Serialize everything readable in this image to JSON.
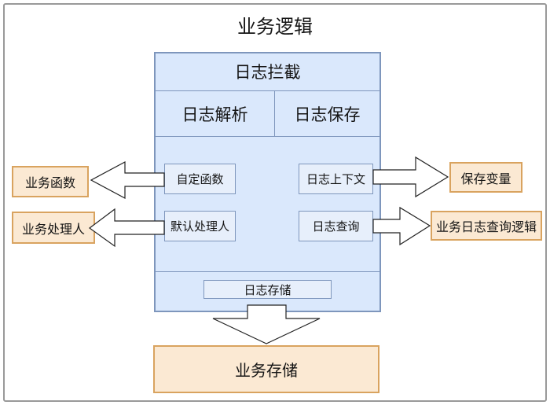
{
  "diagram": {
    "title": "业务逻辑",
    "interceptor": {
      "title": "日志拦截",
      "parse_label": "日志解析",
      "save_label": "日志保存",
      "custom_function": "自定函数",
      "log_context": "日志上下文",
      "default_handler": "默认处理人",
      "log_query": "日志查询",
      "log_storage": "日志存储"
    },
    "business": {
      "function": "业务函数",
      "handler": "业务处理人",
      "save_variable": "保存变量",
      "log_query_logic": "业务日志查询逻辑",
      "storage": "业务存储"
    },
    "colors": {
      "blue_fill": "#dae8fc",
      "blue_inner_fill": "#e7effb",
      "blue_border": "#7e96bc",
      "orange_fill": "#fbe9d3",
      "orange_border": "#d9a35f",
      "frame_border": "#999999",
      "arrow_fill": "#ffffff",
      "arrow_stroke": "#222222"
    }
  }
}
